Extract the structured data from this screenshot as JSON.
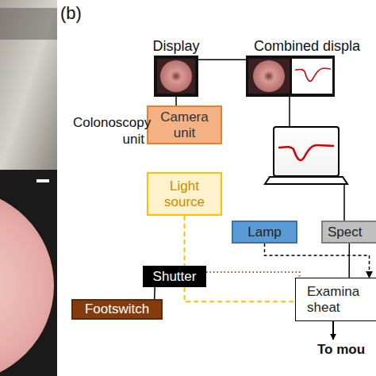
{
  "diagram": {
    "nodes": [
      {
        "text": [
          "Display"
        ]
      },
      {
        "text": [
          "Combined displa"
        ]
      },
      {
        "text": [
          "Camera unit"
        ]
      },
      {
        "text": [
          "Light source"
        ]
      },
      {
        "text": [
          "Lamp"
        ]
      },
      {
        "text": [
          "Spect"
        ]
      },
      {
        "text": [
          "Shutter"
        ]
      },
      {
        "text": [
          "Footswitch"
        ]
      },
      {
        "text": [
          "Examina sheat"
        ]
      }
    ],
    "edges": [
      {
        "from": 2,
        "to": 0,
        "arrow": "none"
      },
      {
        "from": 0,
        "to": 1,
        "arrow": "none"
      },
      {
        "from": 4,
        "to": 8,
        "arrow": "to"
      },
      {
        "from": 5,
        "to": 8,
        "arrow": "none"
      },
      {
        "from": 3,
        "to": 8,
        "arrow": "none"
      },
      {
        "from": 6,
        "to": 8,
        "arrow": "none"
      },
      {
        "from": 7,
        "to": 6,
        "arrow": "none"
      }
    ],
    "labels": [
      "(b)",
      "Colonoscopy unit",
      "To mou"
    ]
  }
}
